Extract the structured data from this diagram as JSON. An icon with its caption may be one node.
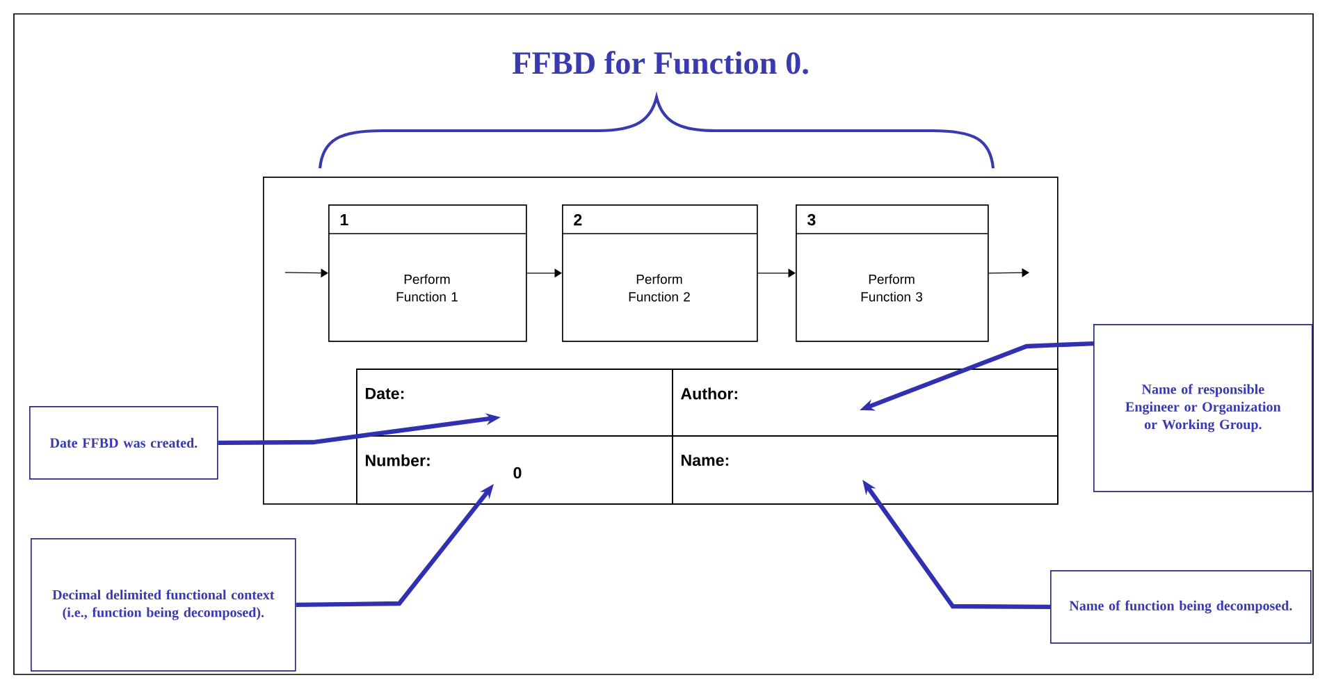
{
  "diagram": {
    "title": "FFBD for Function 0.",
    "nodes": [
      {
        "text": [],
        "shape": "box"
      },
      {
        "text": [
          "1",
          "Perform Function 1"
        ],
        "in": 0
      },
      {
        "text": [
          "2",
          "Perform Function 2"
        ],
        "in": 0
      },
      {
        "text": [
          "3",
          "Perform Function 3"
        ],
        "in": 0
      },
      {
        "text": [
          "Date:"
        ],
        "in": 0
      },
      {
        "text": [
          "Author:"
        ],
        "in": 0
      },
      {
        "text": [
          "Number:",
          "0"
        ],
        "in": 0
      },
      {
        "text": [
          "Name:"
        ],
        "in": 0
      },
      {
        "text": [
          "Date FFBD was created."
        ]
      },
      {
        "text": [
          "Name of responsible Engineer or Organization or Working Group."
        ]
      },
      {
        "text": [
          "Decimal delimited functional context (i.e., function being decomposed)."
        ]
      },
      {
        "text": [
          "Name of function being decomposed."
        ]
      }
    ],
    "edges": [
      {
        "from": null,
        "to": 1,
        "arrow": "to"
      },
      {
        "from": 1,
        "to": 2,
        "arrow": "to"
      },
      {
        "from": 2,
        "to": 3,
        "arrow": "to"
      },
      {
        "from": 3,
        "to": null,
        "arrow": "to"
      },
      {
        "from": 8,
        "to": 4,
        "arrow": "to",
        "style": "thick",
        "color": "#3030b0"
      },
      {
        "from": 9,
        "to": 5,
        "arrow": "to",
        "style": "thick",
        "color": "#3030b0"
      },
      {
        "from": 10,
        "to": 6,
        "arrow": "to",
        "style": "thick",
        "color": "#3030b0"
      },
      {
        "from": 11,
        "to": 7,
        "arrow": "to",
        "style": "thick",
        "color": "#3030b0"
      }
    ]
  }
}
